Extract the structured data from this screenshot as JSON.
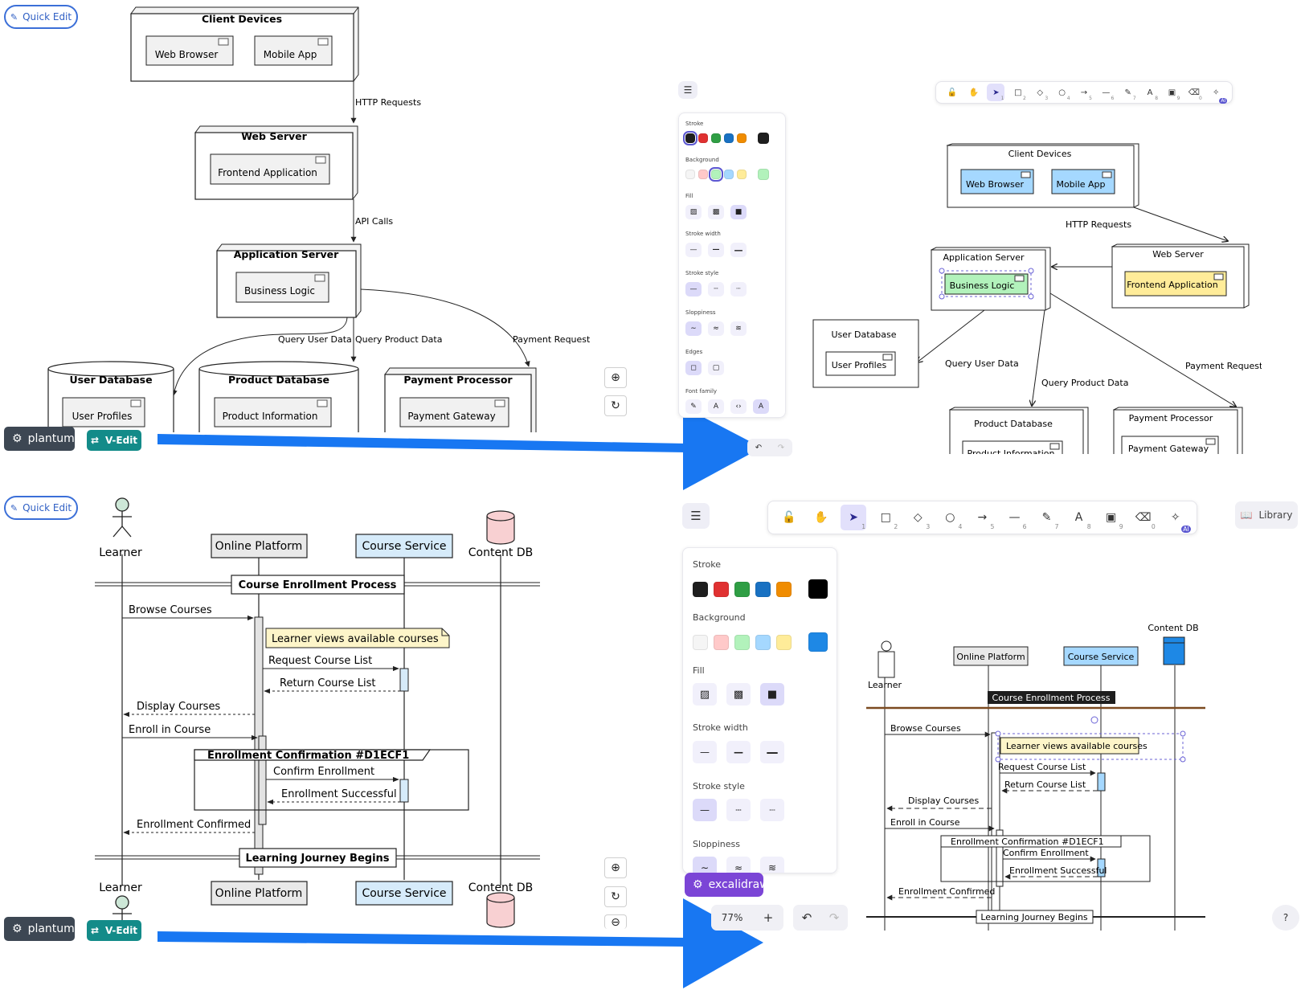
{
  "colors": {
    "arrow_blue": "#1877f2",
    "plantuml_badge": "#3d4753",
    "vedit_badge": "#138b89",
    "excalidraw_badge": "#7b45d6",
    "toolbar_active": "#e2e0fb",
    "participant_gray": "#e9e9e9",
    "participant_blue": "#d6ebfa",
    "db_pink": "#f8d0d2",
    "note_yellow": "#fdf5c9",
    "exc_blue": "#a5d8ff",
    "exc_yellow": "#ffec99",
    "exc_green": "#b2f2bb",
    "exc_db_blue": "#1e88e5",
    "exc_divider": "#7b4a20"
  },
  "top_plantuml": {
    "quick_edit_label": "Quick Edit",
    "plantuml_label": "plantuml",
    "vedit_label": "V-Edit",
    "client_devices": {
      "title": "Client Devices",
      "web_browser": "Web Browser",
      "mobile_app": "Mobile App"
    },
    "edge_http": "HTTP Requests",
    "web_server": {
      "title": "Web Server",
      "frontend": "Frontend Application"
    },
    "edge_api": "API Calls",
    "app_server": {
      "title": "Application Server",
      "logic": "Business Logic"
    },
    "edge_query_user": "Query User Data",
    "edge_query_product": "Query Product Data",
    "edge_payment": "Payment Request",
    "user_db": {
      "title": "User Database",
      "content": "User Profiles"
    },
    "product_db": {
      "title": "Product Database",
      "content": "Product Information"
    },
    "payment": {
      "title": "Payment Processor",
      "content": "Payment Gateway"
    }
  },
  "top_excalidraw": {
    "tool_icons": [
      "lock-icon",
      "hand-icon",
      "select-icon",
      "rectangle-icon",
      "diamond-icon",
      "ellipse-icon",
      "arrow-icon",
      "line-icon",
      "pencil-icon",
      "text-icon",
      "image-icon",
      "eraser-icon",
      "ai-tools-icon"
    ],
    "tool_glyphs": [
      "🔓",
      "✋",
      "➤",
      "□",
      "◇",
      "○",
      "→",
      "—",
      "✎",
      "A",
      "▣",
      "⌫",
      "✧"
    ],
    "tool_keys": [
      "",
      "",
      "1",
      "2",
      "3",
      "4",
      "5",
      "6",
      "7",
      "8",
      "9",
      "0",
      ""
    ],
    "ai_badge": "AI",
    "panel": {
      "stroke": "Stroke",
      "background": "Background",
      "fill": "Fill",
      "stroke_width": "Stroke width",
      "stroke_style": "Stroke style",
      "sloppiness": "Sloppiness",
      "edges": "Edges",
      "font_family": "Font family"
    },
    "client_devices": {
      "title": "Client Devices",
      "web_browser": "Web Browser",
      "mobile_app": "Mobile App"
    },
    "edge_http": "HTTP Requests",
    "web_server": {
      "title": "Web Server",
      "frontend": "Frontend Application"
    },
    "app_server": {
      "title": "Application Server",
      "logic": "Business Logic"
    },
    "user_db": {
      "title": "User Database",
      "content": "User Profiles"
    },
    "edge_query_user": "Query User Data",
    "edge_query_product": "Query Product Data",
    "edge_payment": "Payment Request",
    "product_db": {
      "title": "Product Database",
      "content": "Product Information"
    },
    "payment": {
      "title": "Payment Processor",
      "content": "Payment Gateway"
    }
  },
  "bottom_plantuml": {
    "quick_edit_label": "Quick Edit",
    "plantuml_label": "plantuml",
    "vedit_label": "V-Edit",
    "learner": "Learner",
    "online_platform": "Online Platform",
    "course_service": "Course Service",
    "content_db": "Content DB",
    "divider_enrollment": "Course Enrollment Process",
    "msg_browse": "Browse Courses",
    "note": "Learner views available courses",
    "msg_request": "Request Course List",
    "msg_return": "Return Course List",
    "msg_display": "Display Courses",
    "msg_enroll": "Enroll in Course",
    "group_title": "Enrollment Confirmation #D1ECF1",
    "msg_confirm": "Confirm Enrollment",
    "msg_success": "Enrollment Successful",
    "msg_confirmed": "Enrollment Confirmed",
    "divider_journey": "Learning Journey Begins"
  },
  "bottom_excalidraw": {
    "tool_icons": [
      "lock-icon",
      "hand-icon",
      "select-icon",
      "rectangle-icon",
      "diamond-icon",
      "ellipse-icon",
      "arrow-icon",
      "line-icon",
      "pencil-icon",
      "text-icon",
      "image-icon",
      "eraser-icon",
      "ai-tools-icon"
    ],
    "tool_glyphs": [
      "🔓",
      "✋",
      "➤",
      "□",
      "◇",
      "○",
      "→",
      "—",
      "✎",
      "A",
      "▣",
      "⌫",
      "✧"
    ],
    "tool_keys": [
      "",
      "",
      "1",
      "2",
      "3",
      "4",
      "5",
      "6",
      "7",
      "8",
      "9",
      "0",
      ""
    ],
    "ai_badge": "AI",
    "library_label": "Library",
    "excalidraw_label": "excalidraw",
    "zoom_level": "77%",
    "help_label": "?",
    "panel": {
      "stroke": "Stroke",
      "background": "Background",
      "fill": "Fill",
      "stroke_width": "Stroke width",
      "stroke_style": "Stroke style",
      "sloppiness": "Sloppiness"
    },
    "learner": "Learner",
    "online_platform": "Online Platform",
    "course_service": "Course Service",
    "content_db": "Content DB",
    "divider_enrollment": "Course Enrollment Process",
    "msg_browse": "Browse Courses",
    "note": "Learner views available courses",
    "msg_request": "Request Course List",
    "msg_return": "Return Course List",
    "msg_display": "Display Courses",
    "msg_enroll": "Enroll in Course",
    "group_title": "Enrollment Confirmation #D1ECF1",
    "msg_confirm": "Confirm Enrollment",
    "msg_success": "Enrollment Successful",
    "msg_confirmed": "Enrollment Confirmed",
    "divider_journey": "Learning Journey Begins"
  },
  "panel_swatches": {
    "stroke": [
      "#1e1e1e",
      "#e03131",
      "#2f9e44",
      "#1971c2",
      "#f08c00"
    ],
    "stroke_current": "#1e1e1e",
    "background": [
      "#f5f5f5",
      "#ffc9c9",
      "#b2f2bb",
      "#a5d8ff",
      "#ffec99"
    ],
    "background_current_top": "#b2f2bb",
    "background_current_bottom": "#1e88e5"
  }
}
